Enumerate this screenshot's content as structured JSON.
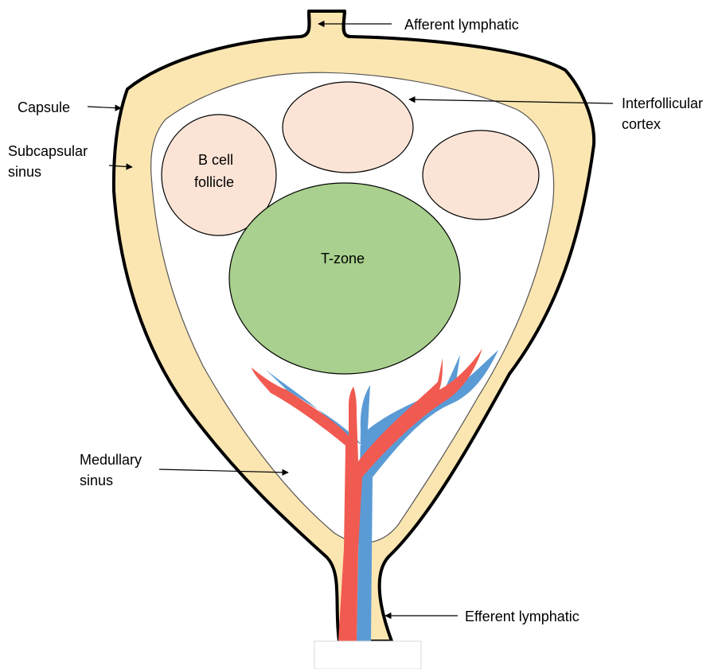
{
  "labels": {
    "afferent": "Afferent lymphatic",
    "capsule": "Capsule",
    "subcapsular_line1": "Subcapsular",
    "subcapsular_line2": "sinus",
    "interfollicular_line1": "Interfollicular",
    "interfollicular_line2": "cortex",
    "bcell_line1": "B cell",
    "bcell_line2": "follicle",
    "tzone": "T-zone",
    "medullary_line1": "Medullary",
    "medullary_line2": "sinus",
    "efferent": "Efferent lymphatic"
  },
  "colors": {
    "capsule_fill": "#fbe6b2",
    "cortex_fill": "#ffffff",
    "follicle_fill": "#fbe4d6",
    "tzone_fill": "#a9d08e",
    "artery": "#f15a50",
    "vein": "#5b9bd5",
    "outline": "#000000"
  }
}
